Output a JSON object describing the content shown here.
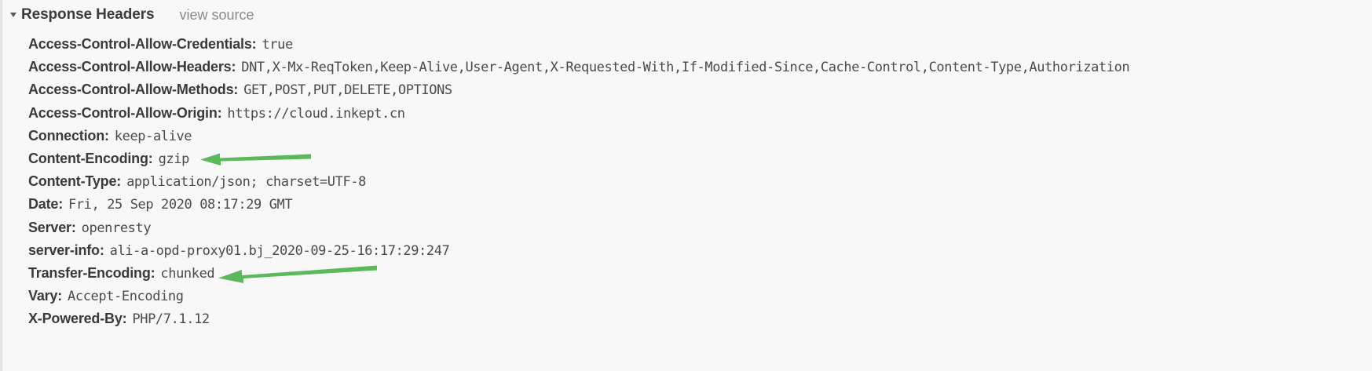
{
  "panel": {
    "section_title": "Response Headers",
    "view_source_label": "view source",
    "disclosure_state": "expanded",
    "accent_color": "#5bb85b",
    "text_color": "#3a3a3a",
    "value_color": "#4a4a4a",
    "link_color": "#8a8a8a",
    "background_color": "#f8f8f8"
  },
  "headers": [
    {
      "name": "Access-Control-Allow-Credentials:",
      "value": "true"
    },
    {
      "name": "Access-Control-Allow-Headers:",
      "value": "DNT,X-Mx-ReqToken,Keep-Alive,User-Agent,X-Requested-With,If-Modified-Since,Cache-Control,Content-Type,Authorization"
    },
    {
      "name": "Access-Control-Allow-Methods:",
      "value": "GET,POST,PUT,DELETE,OPTIONS"
    },
    {
      "name": "Access-Control-Allow-Origin:",
      "value": "https://cloud.inkept.cn"
    },
    {
      "name": "Connection:",
      "value": "keep-alive"
    },
    {
      "name": "Content-Encoding:",
      "value": "gzip"
    },
    {
      "name": "Content-Type:",
      "value": "application/json; charset=UTF-8"
    },
    {
      "name": "Date:",
      "value": "Fri, 25 Sep 2020 08:17:29 GMT"
    },
    {
      "name": "Server:",
      "value": "openresty"
    },
    {
      "name": "server-info:",
      "value": "ali-a-opd-proxy01.bj_2020-09-25-16:17:29:247"
    },
    {
      "name": "Transfer-Encoding:",
      "value": "chunked"
    },
    {
      "name": "Vary:",
      "value": "Accept-Encoding"
    },
    {
      "name": "X-Powered-By:",
      "value": "PHP/7.1.12"
    }
  ],
  "annotations": [
    {
      "id": "arrow-content-encoding",
      "icon": "arrow-left-icon",
      "points_to": "Content-Encoding: gzip",
      "color": "#5bb85b"
    },
    {
      "id": "arrow-transfer-encoding",
      "icon": "arrow-left-icon",
      "points_to": "Transfer-Encoding: chunked",
      "color": "#5bb85b"
    }
  ]
}
